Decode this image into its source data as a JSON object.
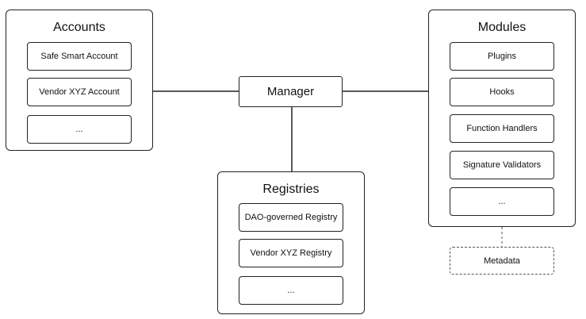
{
  "accounts": {
    "title": "Accounts",
    "items": [
      "Safe Smart Account",
      "Vendor XYZ Account",
      "..."
    ]
  },
  "manager": {
    "label": "Manager"
  },
  "modules": {
    "title": "Modules",
    "items": [
      "Plugins",
      "Hooks",
      "Function Handlers",
      "Signature Validators",
      "..."
    ]
  },
  "registries": {
    "title": "Registries",
    "items": [
      "DAO-governed Registry",
      "Vendor XYZ Registry",
      "..."
    ]
  },
  "metadata": {
    "label": "Metadata"
  },
  "colors": {
    "stroke": "#222222",
    "dashed": "#555555",
    "background": "#ffffff"
  }
}
